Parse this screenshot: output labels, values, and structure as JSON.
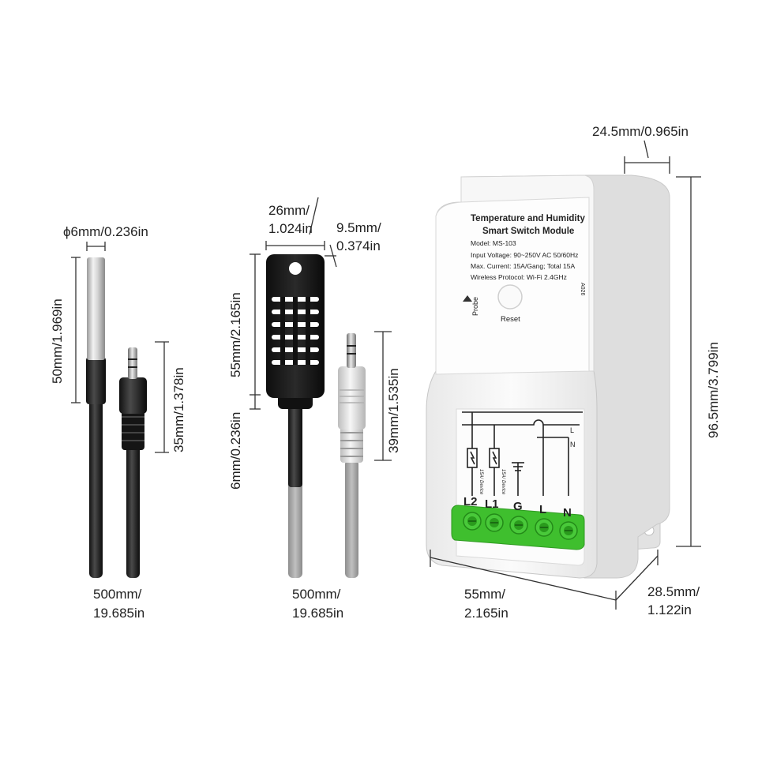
{
  "probe": {
    "diameter": "ϕ6mm/0.236in",
    "probe_length": "50mm/1.969in",
    "jack_length": "35mm/1.378in",
    "cable_len_1": "500mm/",
    "cable_len_2": "19.685in"
  },
  "sensor": {
    "width_1": "26mm/",
    "width_2": "1.024in",
    "depth_1": "9.5mm/",
    "depth_2": "0.374in",
    "height": "55mm/2.165in",
    "neck": "6mm/0.236in",
    "jack_length": "39mm/1.535in",
    "cable_len_1": "500mm/",
    "cable_len_2": "19.685in"
  },
  "module": {
    "title_line1": "Temperature and Humidity",
    "title_line2": "Smart Switch Module",
    "model": "Model: MS-103",
    "input_voltage": "Input Voltage: 90~250V AC 50/60Hz",
    "max_current": "Max. Current: 15A/Gang; Total 15A",
    "wireless": "Wireless Protocol: Wi-Fi 2.4GHz",
    "probe_port": "Probe",
    "side_code": "A026",
    "reset_label": "Reset",
    "device_label_1": "15A/ Device",
    "device_label_2": "15A/ Device",
    "bus_l": "L",
    "bus_n": "N",
    "terminals": [
      "L2",
      "L1",
      "G",
      "L",
      "N"
    ],
    "terminal_color": "#3fbf2e",
    "top_depth": "24.5mm/0.965in",
    "height": "96.5mm/3.799in",
    "width_1": "55mm/",
    "width_2": "2.165in",
    "depth_1": "28.5mm/",
    "depth_2": "1.122in"
  }
}
